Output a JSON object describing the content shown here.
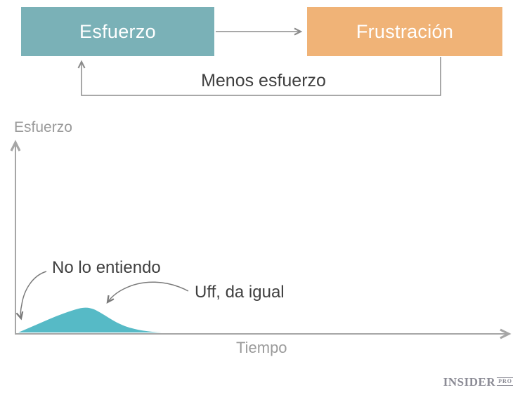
{
  "colors": {
    "effort_box": "#7ab1b7",
    "frustration_box": "#f0b377",
    "box_text": "#ffffff",
    "curve_fill": "#56bac6",
    "flow_line": "#8c8c8c",
    "axis_line": "#a6a6a6",
    "annotation_line": "#7a7a7a",
    "dark_text": "#3f3f3f",
    "muted_text": "#9b9b9b",
    "logo_text": "#8b8b95"
  },
  "flow": {
    "nodes": [
      {
        "id": "esfuerzo",
        "label": "Esfuerzo"
      },
      {
        "id": "frustracion",
        "label": "Frustración"
      }
    ],
    "edges": [
      {
        "from": "esfuerzo",
        "to": "frustracion",
        "label": ""
      },
      {
        "from": "frustracion",
        "to": "esfuerzo",
        "label": "Menos esfuerzo"
      }
    ]
  },
  "chart_data": {
    "type": "area",
    "title": "",
    "xlabel": "Tiempo",
    "ylabel": "Esfuerzo",
    "x_axis": {
      "min": 0,
      "max": 1,
      "ticks": [],
      "grid": false
    },
    "y_axis": {
      "min": 0,
      "max": 1,
      "ticks": [],
      "grid": false
    },
    "series": [
      {
        "name": "esfuerzo-en-el-tiempo",
        "x": [
          0,
          0.03,
          0.06,
          0.09,
          0.13,
          0.16,
          0.2,
          0.24,
          0.29,
          1.0
        ],
        "y": [
          0,
          0.03,
          0.07,
          0.11,
          0.14,
          0.09,
          0.05,
          0.02,
          0,
          0
        ]
      }
    ],
    "annotations": [
      {
        "text": "No lo entiendo",
        "target_x": 0.01,
        "target_y": 0.02
      },
      {
        "text": "Uff, da igual",
        "target_x": 0.18,
        "target_y": 0.13
      }
    ]
  },
  "branding": {
    "name": "INSIDER",
    "suffix": "PRO"
  }
}
